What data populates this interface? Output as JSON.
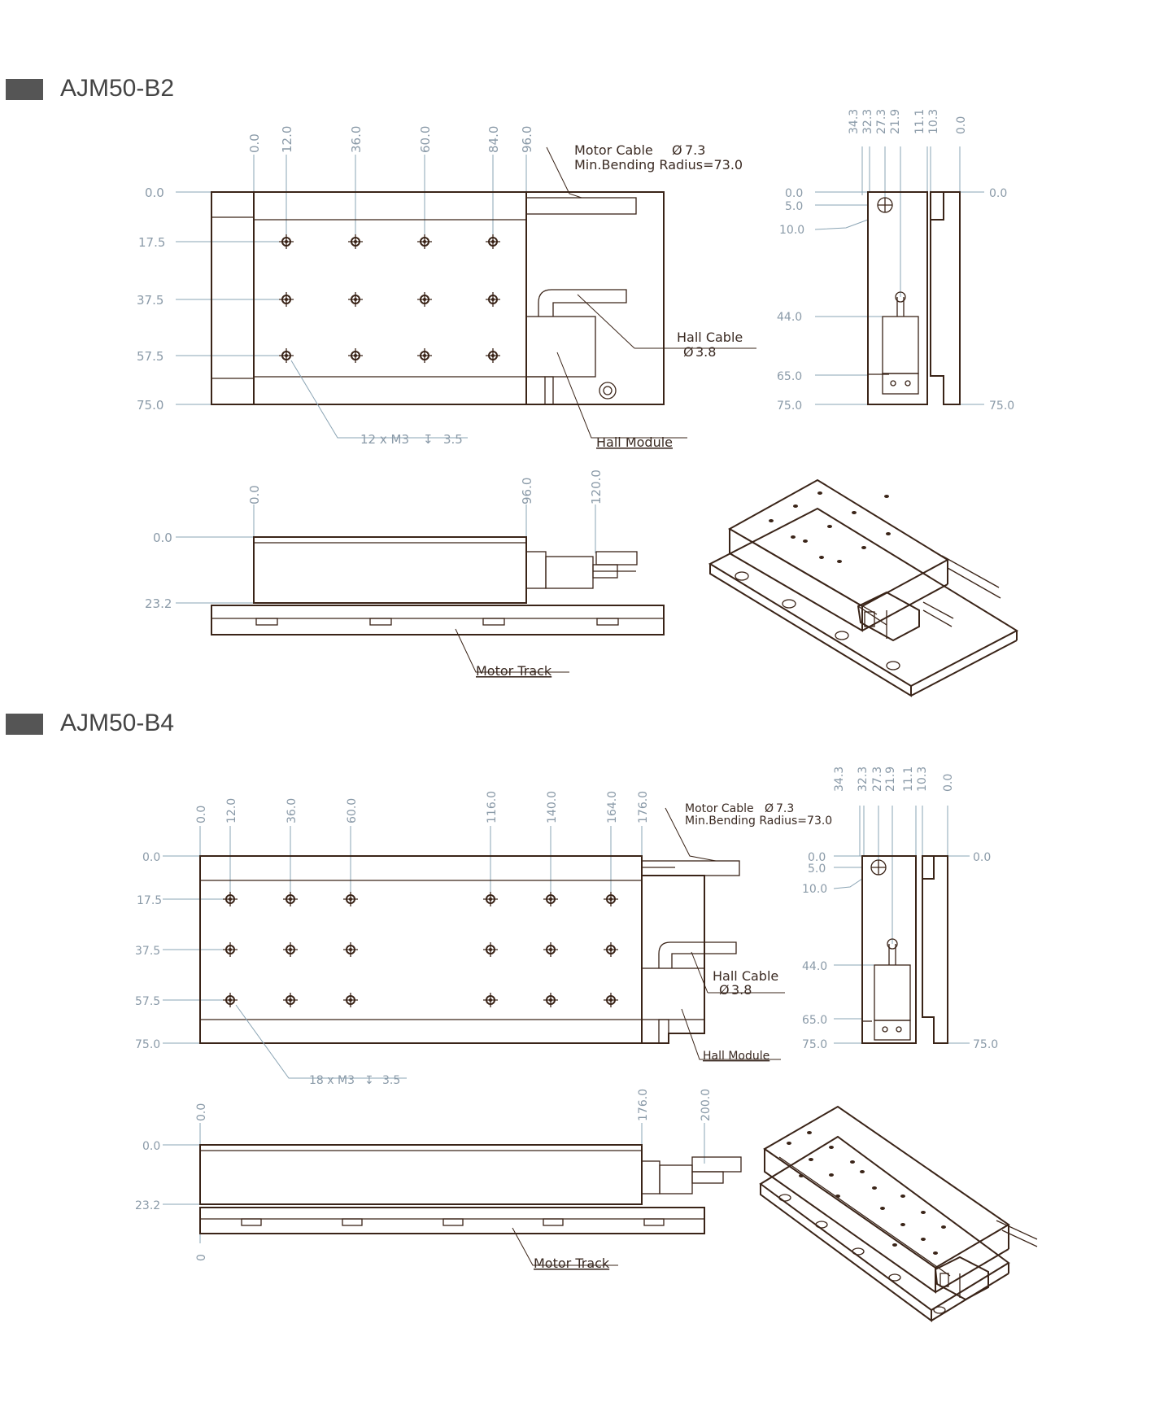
{
  "sections": [
    {
      "model": "AJM50-B2",
      "top_x_dims": [
        "0.0",
        "12.0",
        "36.0",
        "60.0",
        "84.0",
        "96.0"
      ],
      "top_y_dims": [
        "0.0",
        "17.5",
        "37.5",
        "57.5",
        "75.0"
      ],
      "motor_cable_line1": "Motor Cable",
      "motor_cable_dia": "7.3",
      "motor_cable_line2": "Min.Bending Radius=73.0",
      "hall_cable_line1": "Hall Cable",
      "hall_cable_dia": "3.8",
      "hall_module": "Hall Module",
      "hole_note_prefix": "12 x M3",
      "hole_note_depth": "3.5",
      "side_top_dims": [
        "34.3",
        "32.3",
        "27.3",
        "21.9",
        "11.1",
        "10.3",
        "0.0"
      ],
      "side_left_dims": [
        "0.0",
        "5.0",
        "10.0",
        "44.0",
        "65.0",
        "75.0"
      ],
      "side_right_dims": [
        "0.0",
        "75.0"
      ],
      "front_x_dims": [
        "0.0",
        "96.0",
        "120.0"
      ],
      "front_y_dims": [
        "0.0",
        "23.2"
      ],
      "motor_track": "Motor Track"
    },
    {
      "model": "AJM50-B4",
      "top_x_dims": [
        "0.0",
        "12.0",
        "36.0",
        "60.0",
        "116.0",
        "140.0",
        "164.0",
        "176.0"
      ],
      "top_y_dims": [
        "0.0",
        "17.5",
        "37.5",
        "57.5",
        "75.0"
      ],
      "motor_cable_line1": "Motor Cable",
      "motor_cable_dia": "7.3",
      "motor_cable_line2": "Min.Bending Radius=73.0",
      "hall_cable_line1": "Hall Cable",
      "hall_cable_dia": "3.8",
      "hall_module": "Hall Module",
      "hole_note_prefix": "18 x M3",
      "hole_note_depth": "3.5",
      "side_top_dims": [
        "34.3",
        "32.3",
        "27.3",
        "21.9",
        "11.1",
        "10.3",
        "0.0"
      ],
      "side_left_dims": [
        "0.0",
        "5.0",
        "10.0",
        "44.0",
        "65.0",
        "75.0"
      ],
      "side_right_dims": [
        "0.0",
        "75.0"
      ],
      "front_x_dims": [
        "0.0",
        "176.0",
        "200.0"
      ],
      "front_y_dims": [
        "0.0",
        "23.2",
        "0"
      ],
      "motor_track": "Motor Track"
    }
  ],
  "colors": {
    "line": "#3a2418",
    "dimension": "#8a9aa8",
    "header_block": "#555555"
  }
}
